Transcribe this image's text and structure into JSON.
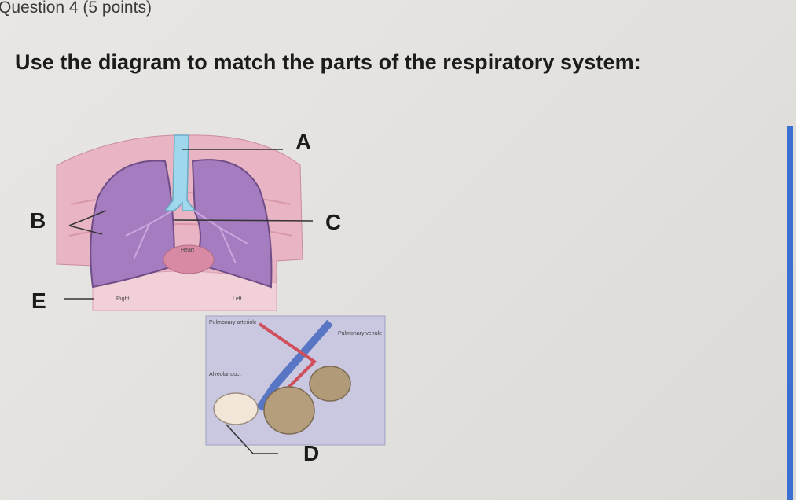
{
  "question": {
    "title": "Question 4 (5 points)",
    "prompt": "Use the diagram to match the parts of the respiratory system:"
  },
  "diagram": {
    "labels": {
      "a": "A",
      "b": "B",
      "c": "C",
      "d": "D",
      "e": "E"
    },
    "small_labels": {
      "heart": "Heart",
      "right": "Right",
      "left": "Left",
      "pulmonary_arteriole": "Pulmonary arteriole",
      "pulmonary_venule": "Pulmonary venule",
      "alveolar_duct": "Alveolar duct"
    }
  },
  "colors": {
    "lung": "#a57cbf",
    "skin": "#e6aebf",
    "trachea": "#9fd8ec",
    "accent_edge": "#3b6fd1"
  }
}
